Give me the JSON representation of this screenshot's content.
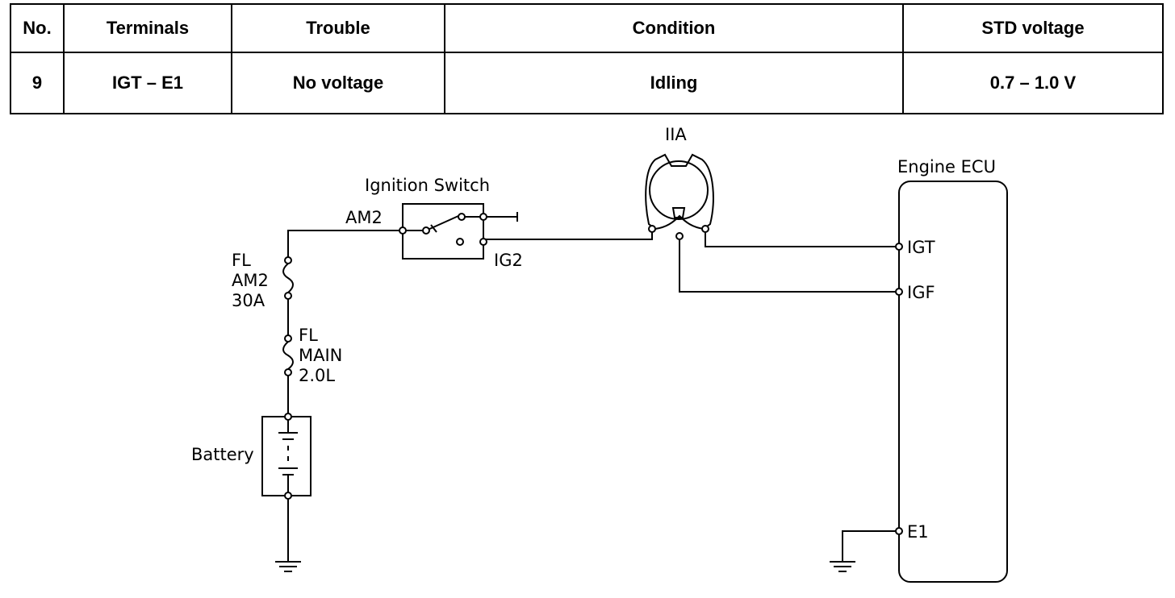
{
  "table": {
    "headers": [
      "No.",
      "Terminals",
      "Trouble",
      "Condition",
      "STD voltage"
    ],
    "row": [
      "9",
      "IGT – E1",
      "No voltage",
      "Idling",
      "0.7 – 1.0 V"
    ]
  },
  "diagram": {
    "ignition_switch": "Ignition Switch",
    "am2": "AM2",
    "ig2": "IG2",
    "iia": "IIA",
    "ecu": "Engine ECU",
    "igt": "IGT",
    "igf": "IGF",
    "e1": "E1",
    "battery": "Battery",
    "fuse_am2": [
      "FL",
      "AM2",
      "30A"
    ],
    "fuse_main": [
      "FL",
      "MAIN",
      "2.0L"
    ]
  }
}
